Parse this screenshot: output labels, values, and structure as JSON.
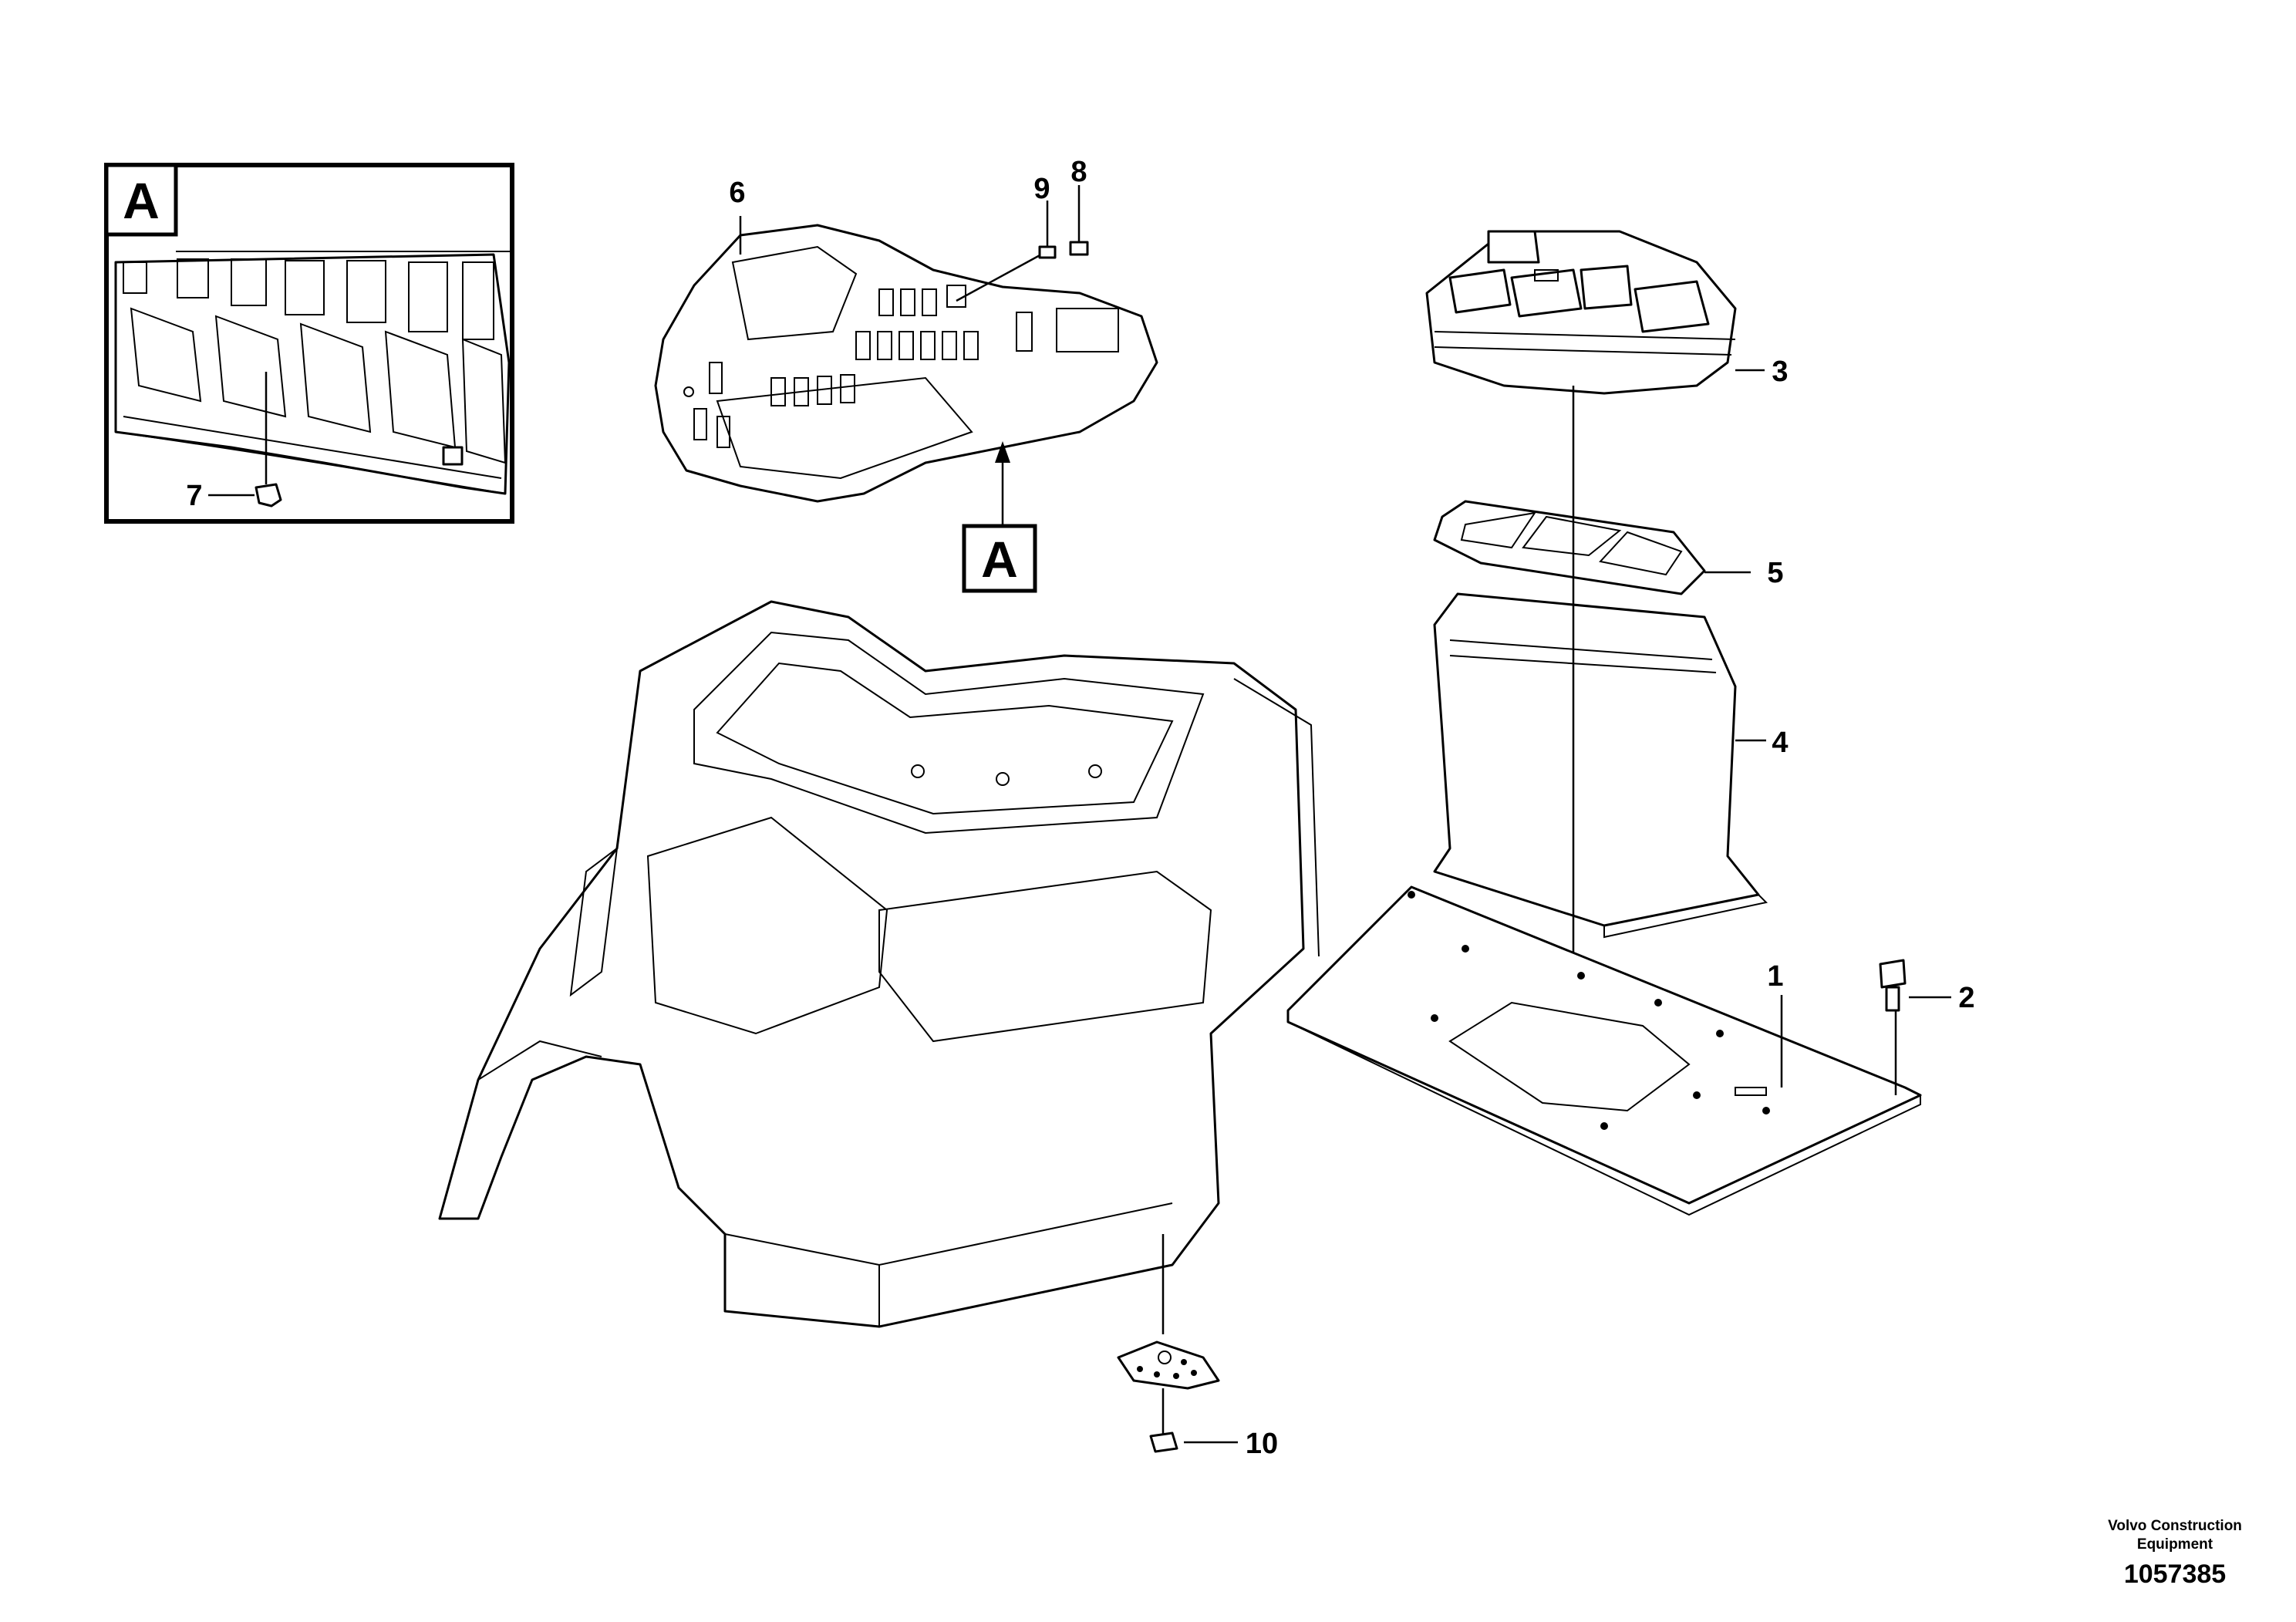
{
  "diagram": {
    "callouts": [
      {
        "id": "1",
        "label": "1"
      },
      {
        "id": "2",
        "label": "2"
      },
      {
        "id": "3",
        "label": "3"
      },
      {
        "id": "4",
        "label": "4"
      },
      {
        "id": "5",
        "label": "5"
      },
      {
        "id": "6",
        "label": "6"
      },
      {
        "id": "7",
        "label": "7"
      },
      {
        "id": "8",
        "label": "8"
      },
      {
        "id": "9",
        "label": "9"
      },
      {
        "id": "10",
        "label": "10"
      }
    ],
    "detail_view_label": "A",
    "section_marker_label": "A"
  },
  "footer": {
    "company_line1": "Volvo Construction",
    "company_line2": "Equipment",
    "drawing_number": "1057385"
  }
}
